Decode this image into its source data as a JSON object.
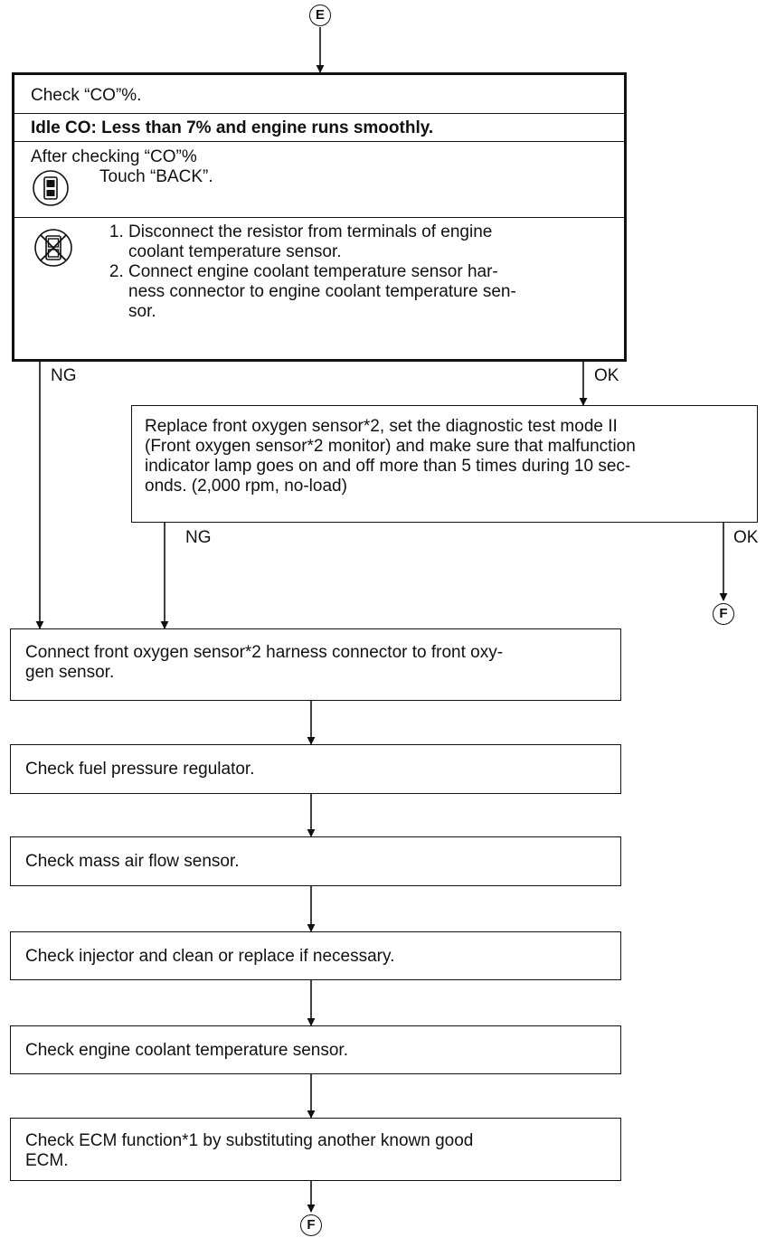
{
  "connectors": {
    "top": "E",
    "right": "F",
    "bottom": "F"
  },
  "ng_label": "NG",
  "ok_label": "OK",
  "main_block": {
    "check_co": "Check “CO”%.",
    "idle_co": "Idle CO: Less than 7% and engine runs smoothly.",
    "after_checking": "After checking “CO”%",
    "touch_back": "Touch “BACK”.",
    "steps": [
      "Disconnect the resistor from terminals of engine\ncoolant temperature sensor.",
      "Connect engine coolant temperature sensor har-\nness connector to engine coolant temperature sen-\nsor."
    ]
  },
  "replace_box": "Replace front oxygen sensor*2, set the diagnostic test mode II\n(Front oxygen sensor*2 monitor) and make sure that malfunction\nindicator lamp goes on and off more than 5 times during 10 sec-\nonds. (2,000 rpm, no-load)",
  "steps": [
    "Connect front oxygen sensor*2 harness connector to front oxy-\ngen sensor.",
    "Check fuel pressure regulator.",
    "Check mass air flow sensor.",
    "Check injector and clean or replace if necessary.",
    "Check engine coolant temperature sensor.",
    "Check ECM function*1 by substituting another known good\nECM."
  ],
  "icons": [
    "consult-tester-icon",
    "no-tester-icon"
  ]
}
